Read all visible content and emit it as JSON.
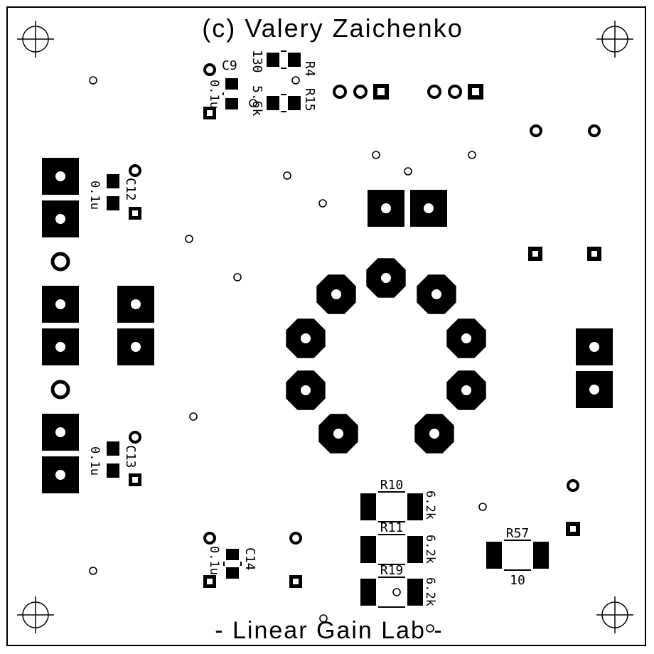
{
  "title": "(c) Valery Zaichenko",
  "footer": "- Linear Gain Lab -",
  "colors": {
    "ink": "#000000",
    "paper": "#ffffff"
  },
  "components": {
    "r4": {
      "ref": "R4",
      "value": "130"
    },
    "r15": {
      "ref": "R15",
      "value": "5.6k"
    },
    "c9": {
      "ref": "C9",
      "value": "0.1u"
    },
    "c12": {
      "ref": "C12",
      "value": "0.1u"
    },
    "c13": {
      "ref": "C13",
      "value": "0.1u"
    },
    "c14": {
      "ref": "C14",
      "value": "0.1u"
    },
    "r10": {
      "ref": "R10",
      "value": "6.2k"
    },
    "r11": {
      "ref": "R11",
      "value": "6.2k"
    },
    "r19": {
      "ref": "R19",
      "value": "6.2k"
    },
    "r57": {
      "ref": "R57",
      "value": "10"
    }
  }
}
